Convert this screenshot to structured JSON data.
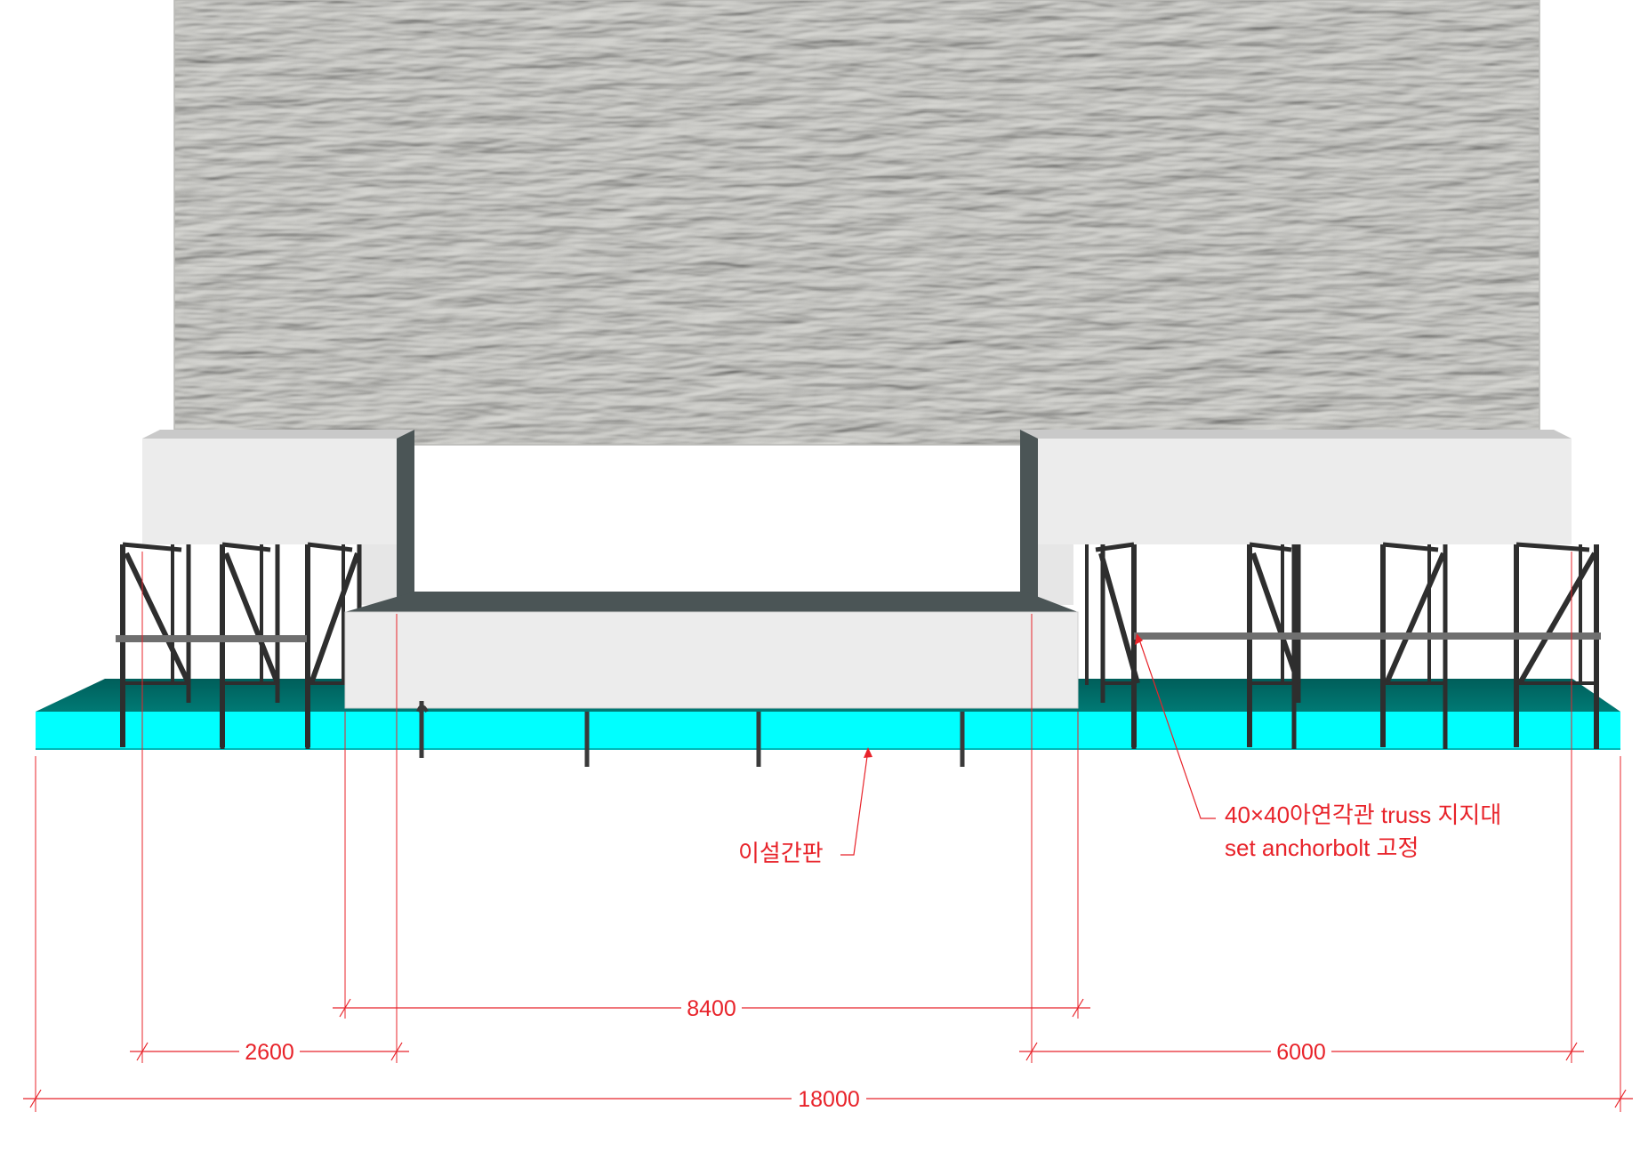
{
  "drawing": {
    "annotations": {
      "sign_label": "이설간판",
      "truss_line1": "40×40아연각관 truss 지지대",
      "truss_line2": "set anchorbolt 고정"
    },
    "dimensions": {
      "center_span": "8400",
      "left_span": "2600",
      "right_span": "6000",
      "overall": "18000"
    },
    "colors": {
      "dimension_red": "#e8232a",
      "base_cyan": "#00ffff",
      "base_teal": "#006a66",
      "wall_gray": "#d8d8d4",
      "block_white": "#ececec",
      "steel_dark": "#2e2e2e",
      "block_shadow": "#4b5556"
    }
  }
}
